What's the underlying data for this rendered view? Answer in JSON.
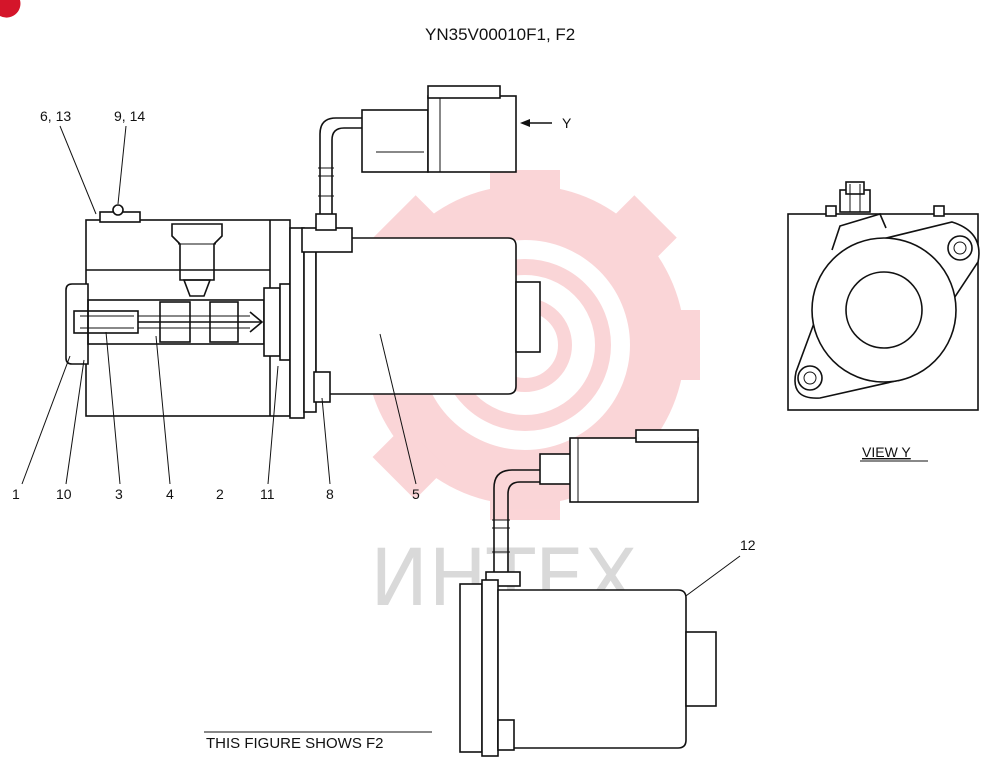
{
  "header": {
    "title": "YN35V00010F1, F2"
  },
  "callouts": {
    "c6_13": "6, 13",
    "c9_14": "9, 14",
    "c1": "1",
    "c10": "10",
    "c3": "3",
    "c4": "4",
    "c2": "2",
    "c11": "11",
    "c8": "8",
    "c5": "5",
    "c12": "12",
    "y_arrow": "Y"
  },
  "view_y_label": "VIEW  Y",
  "caption": "THIS FIGURE SHOWS  F2",
  "watermark": {
    "text": "ИНТЕХ",
    "color": "#f4a3a8"
  }
}
